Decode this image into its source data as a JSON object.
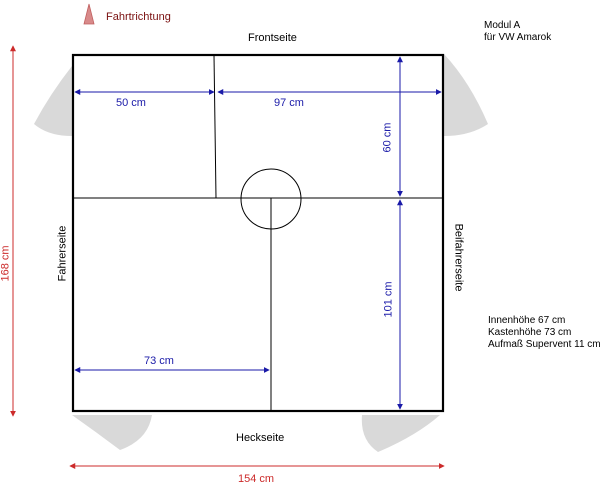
{
  "direction": {
    "label": "Fahrtrichtung"
  },
  "model": {
    "line1": "Modul A",
    "line2": "für VW Amarok"
  },
  "sides": {
    "front": "Frontseite",
    "rear": "Heckseite",
    "driver": "Fahrerseite",
    "passenger": "Beifahrerseite"
  },
  "dimensions": {
    "front_left_width": "50 cm",
    "front_right_width": "97 cm",
    "front_depth": "60 cm",
    "rear_depth": "101 cm",
    "rear_left_width": "73 cm",
    "total_width": "154 cm",
    "total_length": "168 cm"
  },
  "notes": [
    "Innenhöhe 67 cm",
    "Kastenhöhe 73 cm",
    "Aufmaß Supervent 11 cm"
  ],
  "colors": {
    "outline": "#000000",
    "dimension": "#1a1aa8",
    "overall_dimension": "#cc2b2b",
    "wheel_well": "#d9d9d9",
    "direction_label": "#7a1010"
  }
}
